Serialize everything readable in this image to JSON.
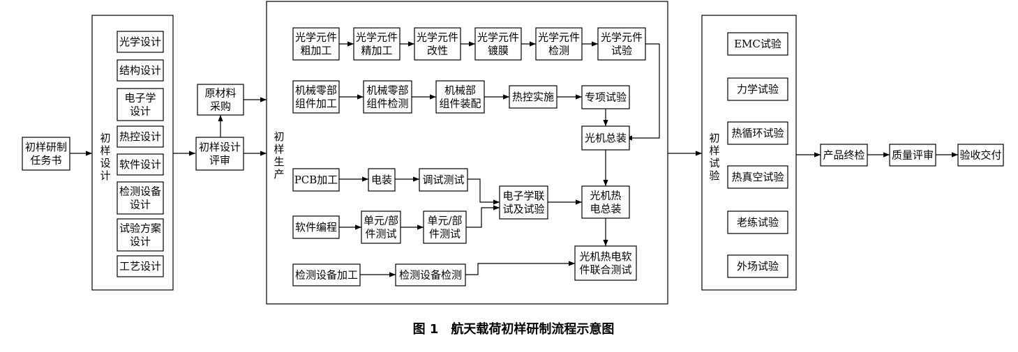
{
  "caption": "图 1　航天载荷初样研制流程示意图",
  "groups": {
    "design": "初样设计",
    "production": "初样生产",
    "test": "初样试验"
  },
  "nodes": {
    "task": [
      "初样研制",
      "任务书"
    ],
    "d_optical": [
      "光学设计"
    ],
    "d_struct": [
      "结构设计"
    ],
    "d_elec": [
      "电子学",
      "设计"
    ],
    "d_thermal": [
      "热控设计"
    ],
    "d_software": [
      "软件设计"
    ],
    "d_testequip": [
      "检测设备",
      "设计"
    ],
    "d_testplan": [
      "试验方案",
      "设计"
    ],
    "d_process": [
      "工艺设计"
    ],
    "raw": [
      "原材料",
      "采购"
    ],
    "review": [
      "初样设计",
      "评审"
    ],
    "o1": [
      "光学元件",
      "粗加工"
    ],
    "o2": [
      "光学元件",
      "精加工"
    ],
    "o3": [
      "光学元件",
      "改性"
    ],
    "o4": [
      "光学元件",
      "镀膜"
    ],
    "o5": [
      "光学元件",
      "检测"
    ],
    "o6": [
      "光学元件",
      "试验"
    ],
    "m1": [
      "机械零部",
      "组件加工"
    ],
    "m2": [
      "机械零部",
      "组件检测"
    ],
    "m3": [
      "机械部",
      "组件装配"
    ],
    "m4": [
      "热控实施"
    ],
    "m5": [
      "专项试验"
    ],
    "om": [
      "光机总装"
    ],
    "p1": [
      "PCB加工"
    ],
    "p2": [
      "电装"
    ],
    "p3": [
      "调试测试"
    ],
    "s1": [
      "软件编程"
    ],
    "s2": [
      "单元/部",
      "件测试"
    ],
    "s3": [
      "单元/部",
      "件测试"
    ],
    "ej": [
      "电子学联",
      "试及试验"
    ],
    "ome": [
      "光机热",
      "电总装"
    ],
    "t1": [
      "检测设备加工"
    ],
    "t2": [
      "检测设备检测"
    ],
    "final_joint": [
      "光机热电软",
      "件联合测试"
    ],
    "x1": [
      "EMC试验"
    ],
    "x2": [
      "力学试验"
    ],
    "x3": [
      "热循环试验"
    ],
    "x4": [
      "热真空试验"
    ],
    "x5": [
      "老练试验"
    ],
    "x6": [
      "外场试验"
    ],
    "f1": [
      "产品终检"
    ],
    "f2": [
      "质量评审"
    ],
    "f3": [
      "验收交付"
    ]
  }
}
